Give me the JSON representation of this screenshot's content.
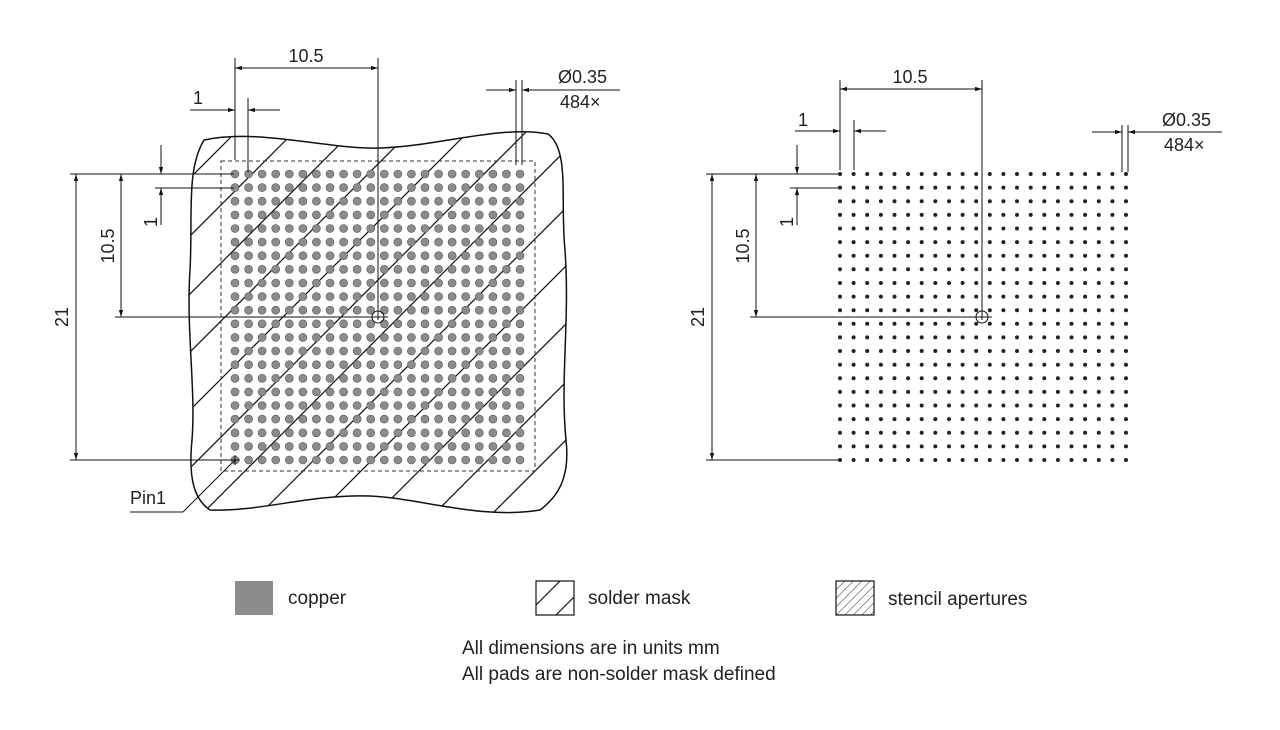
{
  "left_view": {
    "dim_pitch_top": "10.5",
    "dim_pitch_small": "1",
    "dim_diameter": "Ø0.35",
    "dim_count": "484×",
    "dim_vertical_pitch": "10.5",
    "dim_vertical_small": "1",
    "dim_overall": "21",
    "pin_label": "Pin1"
  },
  "right_view": {
    "dim_pitch_top": "10.5",
    "dim_pitch_small": "1",
    "dim_diameter": "Ø0.35",
    "dim_count": "484×",
    "dim_vertical_pitch": "10.5",
    "dim_vertical_small": "1",
    "dim_overall": "21"
  },
  "grid": {
    "rows": 22,
    "cols": 22
  },
  "legend": {
    "copper": "copper",
    "solder_mask": "solder mask",
    "stencil": "stencil apertures"
  },
  "notes": {
    "line1": "All dimensions are in units mm",
    "line2": "All pads are non-solder mask defined"
  },
  "colors": {
    "copper": "#8c8c8c",
    "line": "#111111"
  }
}
